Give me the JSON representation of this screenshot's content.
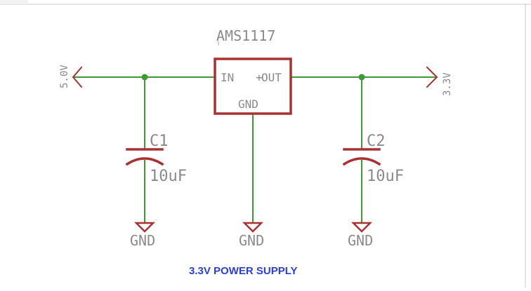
{
  "schematic": {
    "regulator": {
      "name": "AMS1117",
      "pin_in": "IN",
      "pin_out": "OUT",
      "pin_gnd": "GND"
    },
    "input_supply": "5.0V",
    "output_supply": "3.3V",
    "capacitors": [
      {
        "name": "C1",
        "value": "10uF"
      },
      {
        "name": "C2",
        "value": "10uF"
      }
    ],
    "ground_labels": [
      "GND",
      "GND",
      "GND"
    ],
    "title": "3.3V POWER SUPPLY"
  },
  "colors": {
    "wire": "#3d9a35",
    "part": "#a83232",
    "text": "#8a8a8a",
    "title": "#2b3fd6"
  }
}
